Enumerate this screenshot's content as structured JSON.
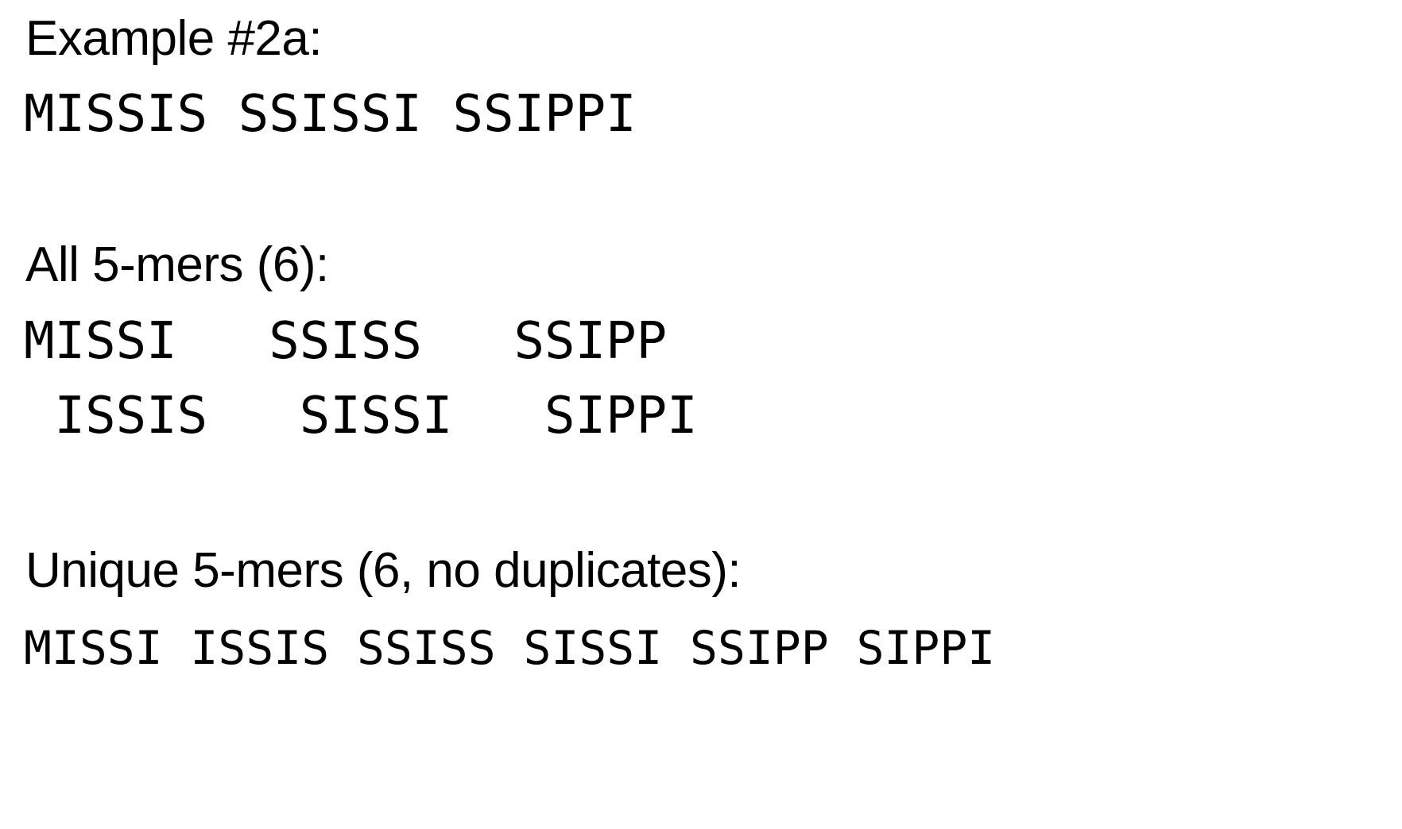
{
  "slide": {
    "background_color": "#ffffff",
    "text_color": "#000000"
  },
  "title": {
    "text": "Example #2a:"
  },
  "sequence": {
    "text": "MISSIS SSISSI SSIPPI"
  },
  "all_kmers": {
    "heading": "All 5-mers (6):",
    "count": 6,
    "k": 5,
    "row1": "MISSI   SSISS   SSIPP",
    "row2": " ISSIS   SISSI   SIPPI",
    "items": [
      "MISSI",
      "ISSIS",
      "SSISS",
      "SISSI",
      "SSIPP",
      "SIPPI"
    ]
  },
  "unique_kmers": {
    "heading": "Unique 5-mers (6, no duplicates):",
    "count": 6,
    "k": 5,
    "line": "MISSI ISSIS SSISS SISSI SSIPP SIPPI",
    "items": [
      "MISSI",
      "ISSIS",
      "SSISS",
      "SISSI",
      "SSIPP",
      "SIPPI"
    ]
  }
}
